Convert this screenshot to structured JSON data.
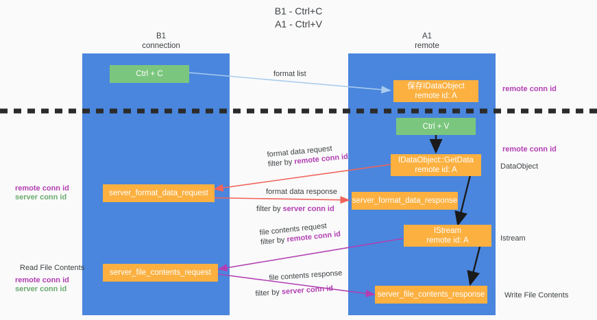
{
  "title": {
    "line1": "B1 - Ctrl+C",
    "line2": "A1 - Ctrl+V"
  },
  "columns": [
    {
      "id": "b1",
      "name": "B1",
      "sub": "connection"
    },
    {
      "id": "a1",
      "name": "A1",
      "sub": "remote"
    }
  ],
  "nodes": {
    "ctrl_c": "Ctrl + C",
    "ctrl_v": "Ctrl + V",
    "save_idataobject_l1": "保存IDataObject",
    "save_idataobject_l2": "remote id: A",
    "getdata_l1": "IDataObject::GetData",
    "getdata_l2": "remote id: A",
    "istream_l1": "IStream",
    "istream_l2": "remote id: A",
    "server_format_data_request": "server_format_data_request",
    "server_format_data_response": "server_format_data_response",
    "server_file_contents_request": "server_file_contents_request",
    "server_file_contents_response": "server_file_contents_response"
  },
  "edge_labels": {
    "format_list": "format list",
    "format_data_request": "format data request",
    "format_data_request_filter_prefix": "filter by ",
    "format_data_request_filter_key": "remote conn id",
    "format_data_response": "format data response",
    "format_data_response_filter_prefix": "filter by ",
    "format_data_response_filter_key": "server conn id",
    "file_contents_request": "file contents request",
    "file_contents_request_filter_prefix": "filter by ",
    "file_contents_request_filter_key": "remote conn id",
    "file_contents_response": "file contents response",
    "file_contents_response_filter_prefix": "filter by ",
    "file_contents_response_filter_key": "server conn id"
  },
  "annotations": {
    "right_remote_conn_id_top": "remote conn id",
    "right_remote_conn_id_mid": "remote conn id",
    "right_dataobject": "DataObject",
    "right_istream": "Istream",
    "right_write_file_contents": "Write File Contents",
    "left_remote_conn_id_1": "remote conn id",
    "left_server_conn_id_1": "server conn id",
    "left_read_file_contents": "Read File Contents",
    "left_remote_conn_id_2": "remote conn id",
    "left_server_conn_id_2": "server conn id"
  },
  "colors": {
    "panel": "#4a86dd",
    "node_orange": "#fbb040",
    "node_green": "#7bc67e",
    "arrow_light_blue": "#aaccee",
    "arrow_red": "#f0635a",
    "arrow_magenta": "#b23fb2",
    "arrow_black": "#1a1a1a",
    "divider": "#2b2b2b",
    "purple_text": "#b23fb2",
    "green_text": "#6aab6f",
    "background": "#fafafa"
  }
}
